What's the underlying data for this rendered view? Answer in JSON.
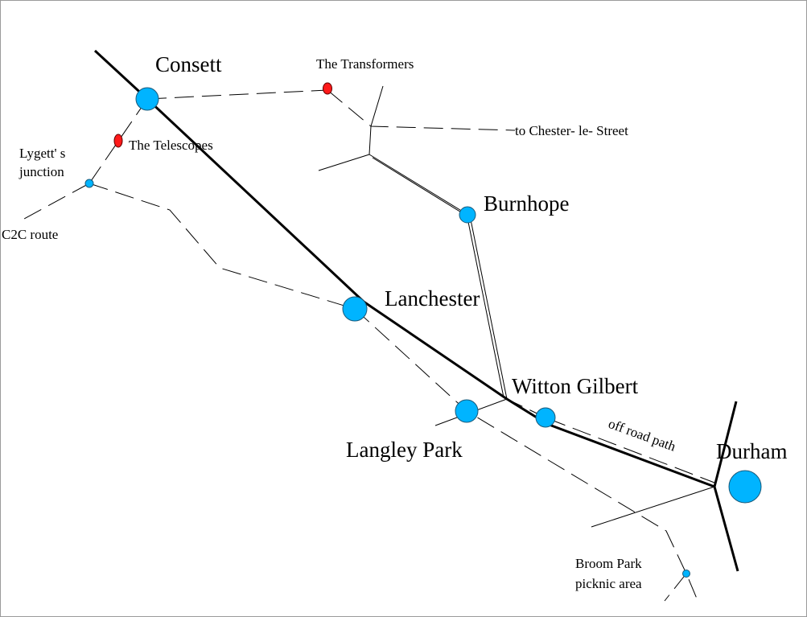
{
  "map": {
    "colors": {
      "town": "#00b4ff",
      "point_of_interest": "#ff1a1a",
      "route": "#000000",
      "background": "#ffffff"
    },
    "towns": {
      "consett": "Consett",
      "burnhope": "Burnhope",
      "lanchester": "Lanchester",
      "witton_gilbert": "Witton Gilbert",
      "langley_park": "Langley Park",
      "durham": "Durham"
    },
    "junctions": {
      "lygetts_line1": "Lygett' s",
      "lygetts_line2": "junction",
      "broom_park_line1": "Broom Park",
      "broom_park_line2": "picknic area"
    },
    "points_of_interest": {
      "transformers": "The Transformers",
      "telescopes": "The Telescopes"
    },
    "route_labels": {
      "chester": "to Chester- le- Street",
      "c2c": "C2C route",
      "off_road": "off road path"
    }
  }
}
